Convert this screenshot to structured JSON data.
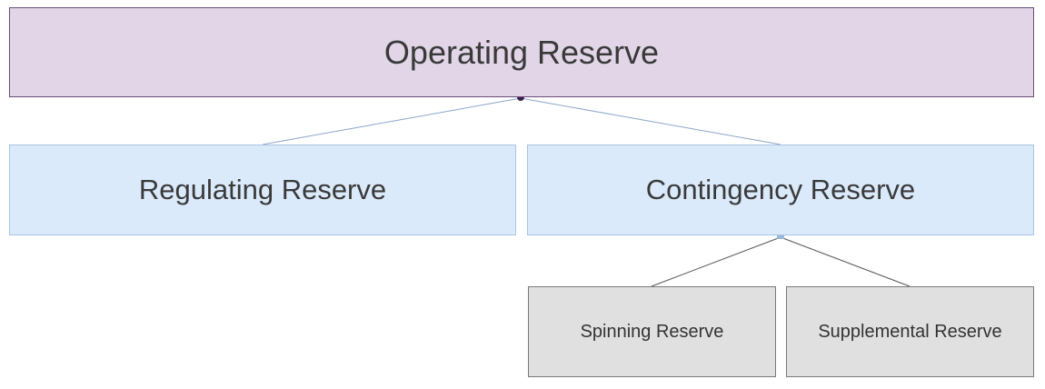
{
  "diagram": {
    "root": {
      "label": "Operating Reserve"
    },
    "level2": [
      {
        "label": "Regulating Reserve"
      },
      {
        "label": "Contingency Reserve"
      }
    ],
    "level3": [
      {
        "label": "Spinning Reserve"
      },
      {
        "label": "Supplemental Reserve"
      }
    ]
  },
  "colors": {
    "root_fill": "#e1d5e7",
    "root_border": "#6b4c7a",
    "level2_fill": "#dbeafb",
    "level2_border": "#a9c4e0",
    "level3_fill": "#e0e0e0",
    "level3_border": "#7a7a7a",
    "connector_root": "#8aa6c8",
    "connector_contingency": "#555555",
    "root_dot": "#3b1f4a",
    "contingency_dot": "#9ab8d8"
  }
}
